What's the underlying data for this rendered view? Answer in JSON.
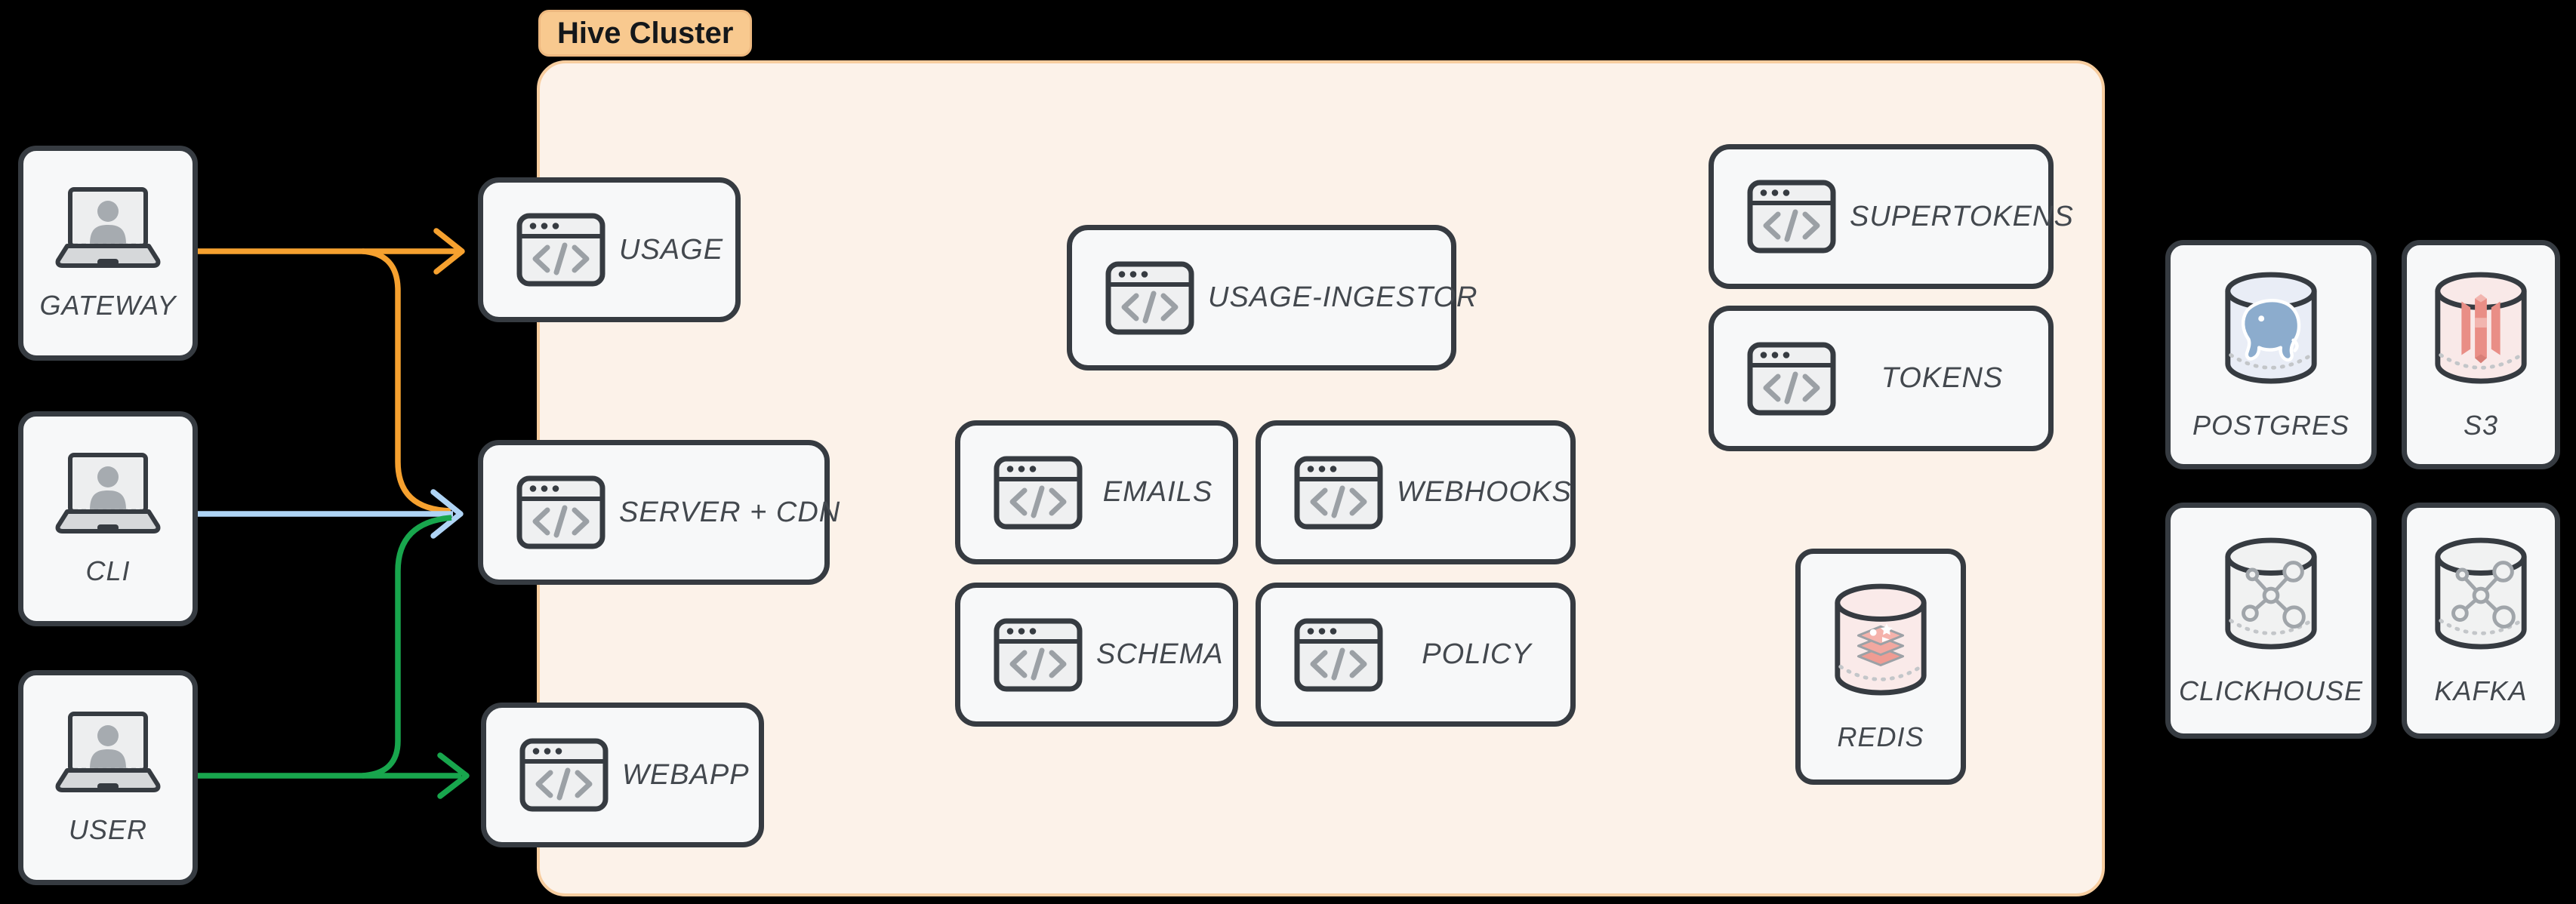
{
  "cluster": {
    "label": "Hive Cluster"
  },
  "actors": [
    {
      "id": "gateway",
      "label": "GATEWAY"
    },
    {
      "id": "cli",
      "label": "CLI"
    },
    {
      "id": "user",
      "label": "USER"
    }
  ],
  "services": [
    {
      "id": "usage",
      "label": "USAGE"
    },
    {
      "id": "server-cdn",
      "label": "SERVER + CDN"
    },
    {
      "id": "webapp",
      "label": "WEBAPP"
    },
    {
      "id": "usage-ingestor",
      "label": "USAGE-INGESTOR"
    },
    {
      "id": "emails",
      "label": "EMAILS"
    },
    {
      "id": "webhooks",
      "label": "WEBHOOKS"
    },
    {
      "id": "schema",
      "label": "SCHEMA"
    },
    {
      "id": "policy",
      "label": "POLICY"
    },
    {
      "id": "supertokens",
      "label": "SUPERTOKENS"
    },
    {
      "id": "tokens",
      "label": "TOKENS"
    }
  ],
  "datastores": [
    {
      "id": "redis",
      "label": "REDIS"
    },
    {
      "id": "postgres",
      "label": "POSTGRES"
    },
    {
      "id": "s3",
      "label": "S3"
    },
    {
      "id": "clickhouse",
      "label": "CLICKHOUSE"
    },
    {
      "id": "kafka",
      "label": "KAFKA"
    }
  ],
  "edges": [
    {
      "from": "GATEWAY",
      "to": "USAGE",
      "color": "#F6A12F"
    },
    {
      "from": "GATEWAY",
      "to": "SERVER + CDN",
      "color": "#F6A12F"
    },
    {
      "from": "CLI",
      "to": "SERVER + CDN",
      "color": "#AFD4F5"
    },
    {
      "from": "USER",
      "to": "SERVER + CDN",
      "color": "#18A64D"
    },
    {
      "from": "USER",
      "to": "WEBAPP",
      "color": "#18A64D"
    }
  ],
  "colors": {
    "background": "#000000",
    "cluster_fill": "#FCF2E9",
    "cluster_border": "#F7CD9F",
    "cluster_label_fill": "#F8C98F",
    "node_fill": "#F7F8F9",
    "node_border": "#363B41",
    "label_text": "#43484E",
    "arrow_orange": "#F6A12F",
    "arrow_blue": "#AFD4F5",
    "arrow_green": "#18A64D",
    "icon_gray": "#9BA0A5",
    "postgres_blue": "#8CACCD",
    "s3_red": "#E98E86",
    "redis_red": "#F2A8A0"
  }
}
